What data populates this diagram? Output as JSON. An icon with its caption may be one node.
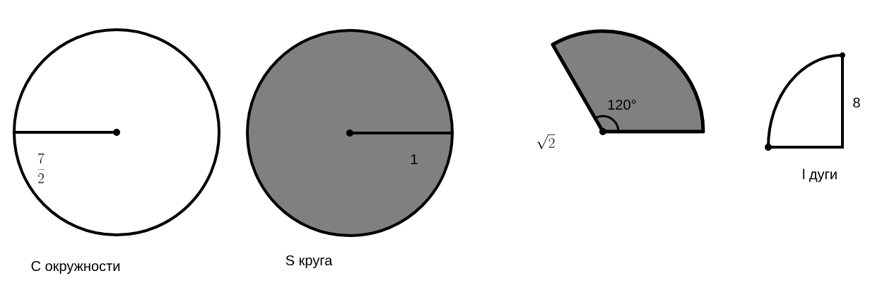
{
  "diagram": {
    "labels": [
      "\\frac{7}{2}",
      "1",
      "120°",
      "\\sqrt{2}",
      "8",
      "l дуги",
      "C окружности",
      "S круга"
    ]
  }
}
